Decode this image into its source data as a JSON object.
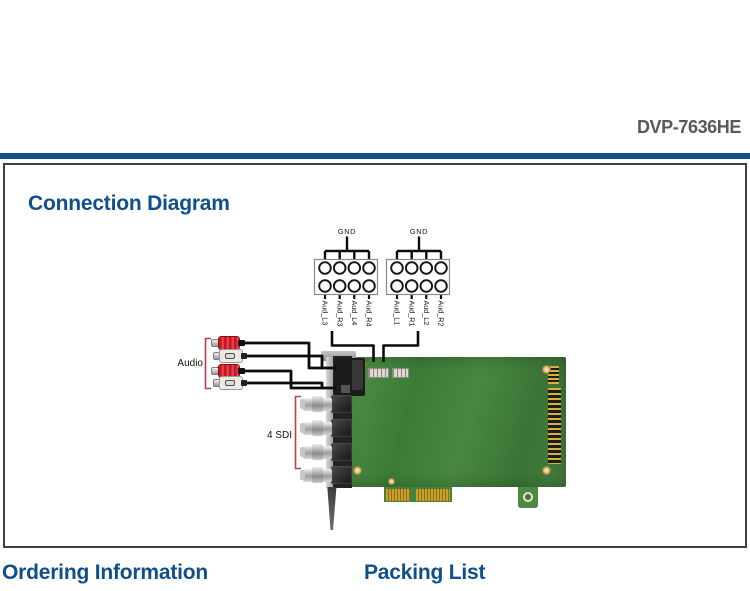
{
  "page": {
    "model": "DVP-7636HE"
  },
  "sections": {
    "connection_diagram": "Connection Diagram",
    "ordering_information": "Ordering Information",
    "packing_list": "Packing List"
  },
  "diagram": {
    "gnd_label": "GND",
    "left_block_pins": [
      "Aud_L3",
      "Aud_R3",
      "Aud_L4",
      "Aud_R4"
    ],
    "right_block_pins": [
      "Aud_L1",
      "Aud_R1",
      "Aud_L2",
      "Aud_R2"
    ],
    "audio_label": "Audio",
    "sdi_label": "4 SDI"
  },
  "colors": {
    "heading_blue": "#0f4f8a",
    "rule_blue": "#0f5086",
    "model_gray": "#58595b",
    "bracket_red": "#c23b4a",
    "pcb_green": "#44813d"
  }
}
